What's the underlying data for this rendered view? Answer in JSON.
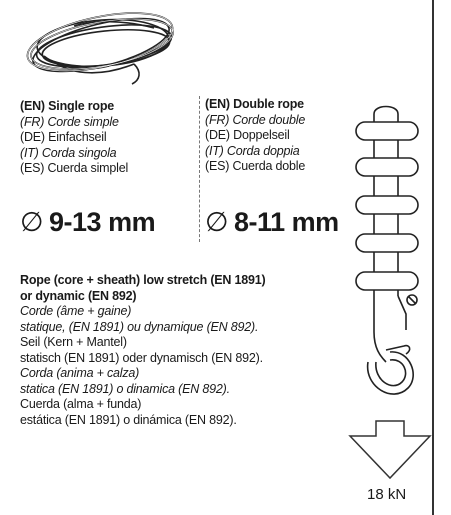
{
  "single": {
    "en": "(EN) Single rope",
    "fr": "(FR) Corde simple",
    "de": "(DE) Einfachseil",
    "it": "(IT) Corda singola",
    "es": "(ES) Cuerda simplel",
    "diameter_symbol": "∅",
    "diameter": "9-13 mm"
  },
  "double": {
    "en": "(EN) Double rope",
    "fr": "(FR) Corde double",
    "de": "(DE) Doppelseil",
    "it": "(IT) Corda doppia",
    "es": "(ES) Cuerda doble",
    "diameter_symbol": "∅",
    "diameter": "8-11 mm"
  },
  "rope_type": {
    "en_1": "Rope (core + sheath) low stretch (EN 1891)",
    "en_2": "or dynamic (EN 892)",
    "fr_1": "Corde (âme + gaine)",
    "fr_2": "statique, (EN 1891) ou dynamique (EN 892).",
    "de_1": "Seil (Kern + Mantel)",
    "de_2": "statisch (EN 1891) oder dynamisch (EN 892).",
    "it_1": "Corda (anima + calza)",
    "it_2": "statica (EN 1891) o dinamica (EN 892).",
    "es_1": "Cuerda (alma + funda)",
    "es_2": "estática (EN 1891) o dinámica (EN 892)."
  },
  "force": "18 kN",
  "icons": [
    "coiled-rope-icon",
    "descender-rack-icon",
    "force-arrow-icon"
  ]
}
